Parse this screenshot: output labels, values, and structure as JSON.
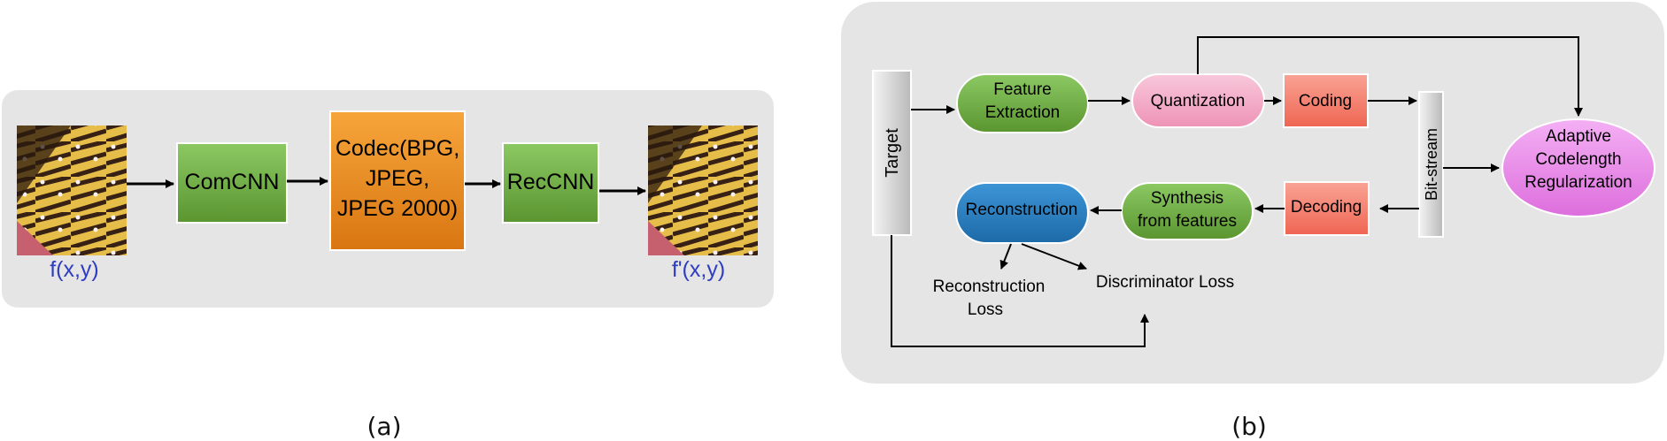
{
  "panel_a": {
    "caption": "(a)",
    "input_label": "f(x,y)",
    "output_label": "f'(x,y)",
    "blocks": {
      "comcnn": "ComCNN",
      "codec_line1": "Codec(BPG,",
      "codec_line2": "JPEG,",
      "codec_line3": "JPEG 2000)",
      "reccnn": "RecCNN"
    }
  },
  "panel_b": {
    "caption": "(b)",
    "target": "Target",
    "feature_line1": "Feature",
    "feature_line2": "Extraction",
    "quantization": "Quantization",
    "coding": "Coding",
    "bitstream": "Bit-stream",
    "adaptive_line1": "Adaptive",
    "adaptive_line2": "Codelength",
    "adaptive_line3": "Regularization",
    "decoding": "Decoding",
    "synthesis_line1": "Synthesis",
    "synthesis_line2": "from features",
    "reconstruction": "Reconstruction",
    "recon_loss_line1": "Reconstruction",
    "recon_loss_line2": "Loss",
    "disc_loss": "Discriminator Loss"
  },
  "colors": {
    "panel_bg": "#e5e5e5",
    "green": "#6fae3c",
    "orange": "#e88a1e",
    "pink": "#f2a8c4",
    "red": "#f27a6a",
    "blue": "#2a7fc0",
    "magenta": "#e884e8",
    "label_blue": "#2f3ec0"
  }
}
